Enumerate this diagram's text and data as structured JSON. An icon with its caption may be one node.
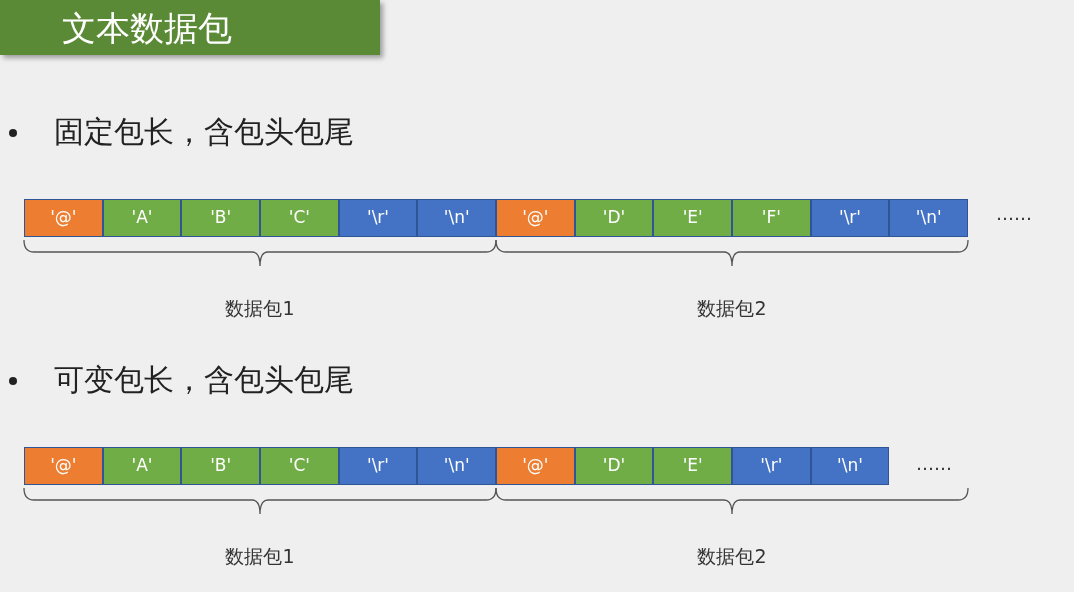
{
  "diagram": {
    "title": "文本数据包",
    "nodes": [
      {
        "text": [
          "'@'"
        ]
      },
      {
        "text": [
          "'A'"
        ]
      },
      {
        "text": [
          "'B'"
        ]
      },
      {
        "text": [
          "'C'"
        ]
      },
      {
        "text": [
          "'\\r'"
        ]
      },
      {
        "text": [
          "'\\n'"
        ]
      },
      {
        "text": [
          "'@'"
        ]
      },
      {
        "text": [
          "'D'"
        ]
      },
      {
        "text": [
          "'E'"
        ]
      },
      {
        "text": [
          "'F'"
        ]
      },
      {
        "text": [
          "'\\r'"
        ]
      },
      {
        "text": [
          "'\\n'"
        ]
      },
      {
        "text": [
          "'@'"
        ]
      },
      {
        "text": [
          "'A'"
        ]
      },
      {
        "text": [
          "'B'"
        ]
      },
      {
        "text": [
          "'C'"
        ]
      },
      {
        "text": [
          "'\\r'"
        ]
      },
      {
        "text": [
          "'\\n'"
        ]
      },
      {
        "text": [
          "'@'"
        ]
      },
      {
        "text": [
          "'D'"
        ]
      },
      {
        "text": [
          "'E'"
        ]
      },
      {
        "text": [
          "'\\r'"
        ]
      },
      {
        "text": [
          "'\\n'"
        ]
      }
    ],
    "labels": [
      "固定包长，含包头包尾",
      "……",
      "数据包1",
      "数据包2",
      "可变包长，含包头包尾",
      "……",
      "数据包1",
      "数据包2"
    ]
  }
}
